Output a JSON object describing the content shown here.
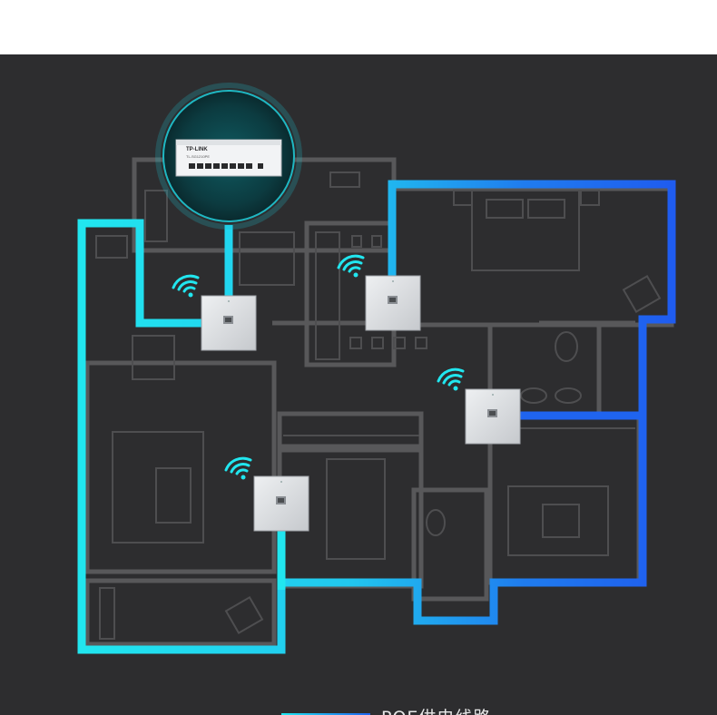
{
  "colors": {
    "background": "#2d2d2f",
    "wall": "#5a5a5c",
    "cable_cyan": "#21e6ef",
    "cable_blue": "#1f64ef",
    "panel": "#d9dbde"
  },
  "switch": {
    "brand": "TP-LINK",
    "model": "TL-SG1210PE",
    "icon": "poe-switch-icon"
  },
  "panels": [
    {
      "name": "panel-ap-1",
      "icon": "wall-panel-ap-icon"
    },
    {
      "name": "panel-ap-2",
      "icon": "wall-panel-ap-icon"
    },
    {
      "name": "panel-ap-3",
      "icon": "wall-panel-ap-icon"
    },
    {
      "name": "panel-ap-4",
      "icon": "wall-panel-ap-icon"
    }
  ],
  "legend": {
    "label": "POE供电线路"
  }
}
